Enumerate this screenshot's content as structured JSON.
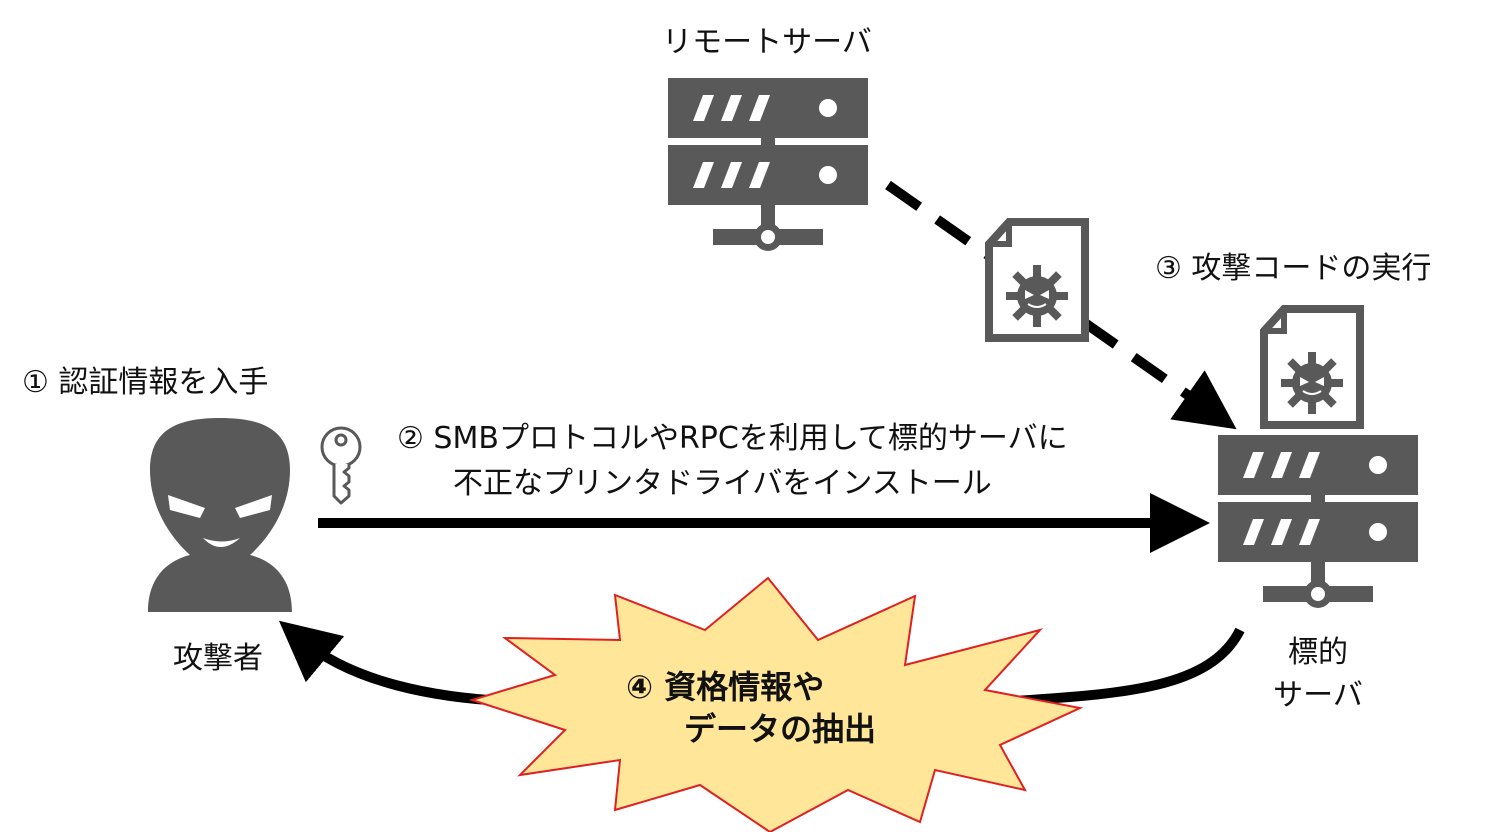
{
  "remote_server": {
    "label": "リモートサーバ",
    "icon": "server-icon"
  },
  "target_server": {
    "label_line1": "標的",
    "label_line2": "サーバ",
    "icon": "server-icon"
  },
  "attacker": {
    "label": "攻撃者",
    "icon": "attacker-icon"
  },
  "steps": {
    "step1": "①  認証情報を入手",
    "step2_line1": "②  SMBプロトコルやRPCを利用して標的サーバに",
    "step2_line2": "不正なプリンタドライバをインストール",
    "step3": "③  攻撃コードの実行",
    "step4_line1": "④  資格情報や",
    "step4_line2": "データの抽出"
  },
  "icons": {
    "key": "key-icon",
    "malware_file": "malware-file-icon",
    "explosion": "burst-shape"
  },
  "colors": {
    "icon_gray": "#595959",
    "arrow": "#000000",
    "burst_fill": "#ffe699",
    "burst_stroke": "#e02020"
  }
}
